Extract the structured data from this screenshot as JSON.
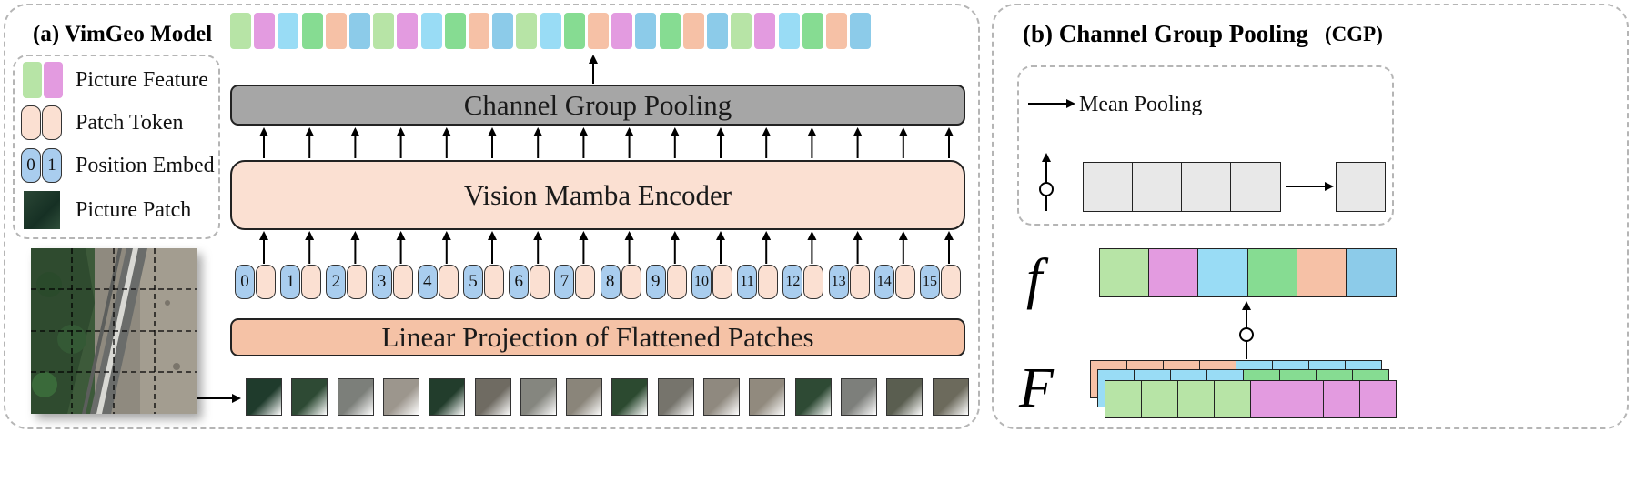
{
  "panel_a": {
    "title": "(a) VimGeo Model",
    "legend": [
      {
        "label": "Picture Feature"
      },
      {
        "label": "Patch Token"
      },
      {
        "label": "Position Embed",
        "digits": [
          "0",
          "1"
        ]
      },
      {
        "label": "Picture Patch"
      }
    ],
    "cgp_box": "Channel Group Pooling",
    "encoder_box": "Vision Mamba Encoder",
    "linear_box": "Linear Projection of Flattened Patches",
    "position_labels": [
      "0",
      "1",
      "2",
      "3",
      "4",
      "5",
      "6",
      "7",
      "8",
      "9",
      "10",
      "11",
      "12",
      "13",
      "14",
      "15"
    ],
    "output_feature_colors": [
      "#b7e4a6",
      "#e39be0",
      "#99dcf5",
      "#86dc92",
      "#f6c1a6",
      "#8ccbe9",
      "#b7e4a6",
      "#e39be0",
      "#99dcf5",
      "#86dc92",
      "#f6c1a6",
      "#8ccbe9",
      "#b7e4a6",
      "#99dcf5",
      "#86dc92",
      "#f6c1a6",
      "#e39be0",
      "#8ccbe9",
      "#86dc92",
      "#f6c1a6",
      "#8ccbe9",
      "#b7e4a6",
      "#e39be0",
      "#99dcf5",
      "#86dc92",
      "#f6c1a6",
      "#8ccbe9"
    ],
    "patch_colors": [
      "#1f3b2c",
      "#2e4a34",
      "#7c7f7a",
      "#9c968d",
      "#223d2c",
      "#6f6b62",
      "#85867f",
      "#8a857a",
      "#2c4a30",
      "#76746c",
      "#8f897f",
      "#918a7e",
      "#2e4a34",
      "#7d7f7b",
      "#5a5e50",
      "#6c6a5c"
    ]
  },
  "panel_b": {
    "title": "(b) Channel Group Pooling",
    "title_abbr": "(CGP)",
    "mean_pooling_label": "Mean Pooling",
    "f_label": "f",
    "F_label": "F",
    "f_colors": [
      "#b7e4a6",
      "#e39be0",
      "#99dcf5",
      "#86dc92",
      "#f6c1a6",
      "#8ccbe9"
    ],
    "F_layer_colors": {
      "back": "#f6c1a6",
      "middle_left": "#99dcf5",
      "middle_right": "#86dc92",
      "front_left": "#b7e4a6",
      "front_right": "#e39be0"
    }
  }
}
